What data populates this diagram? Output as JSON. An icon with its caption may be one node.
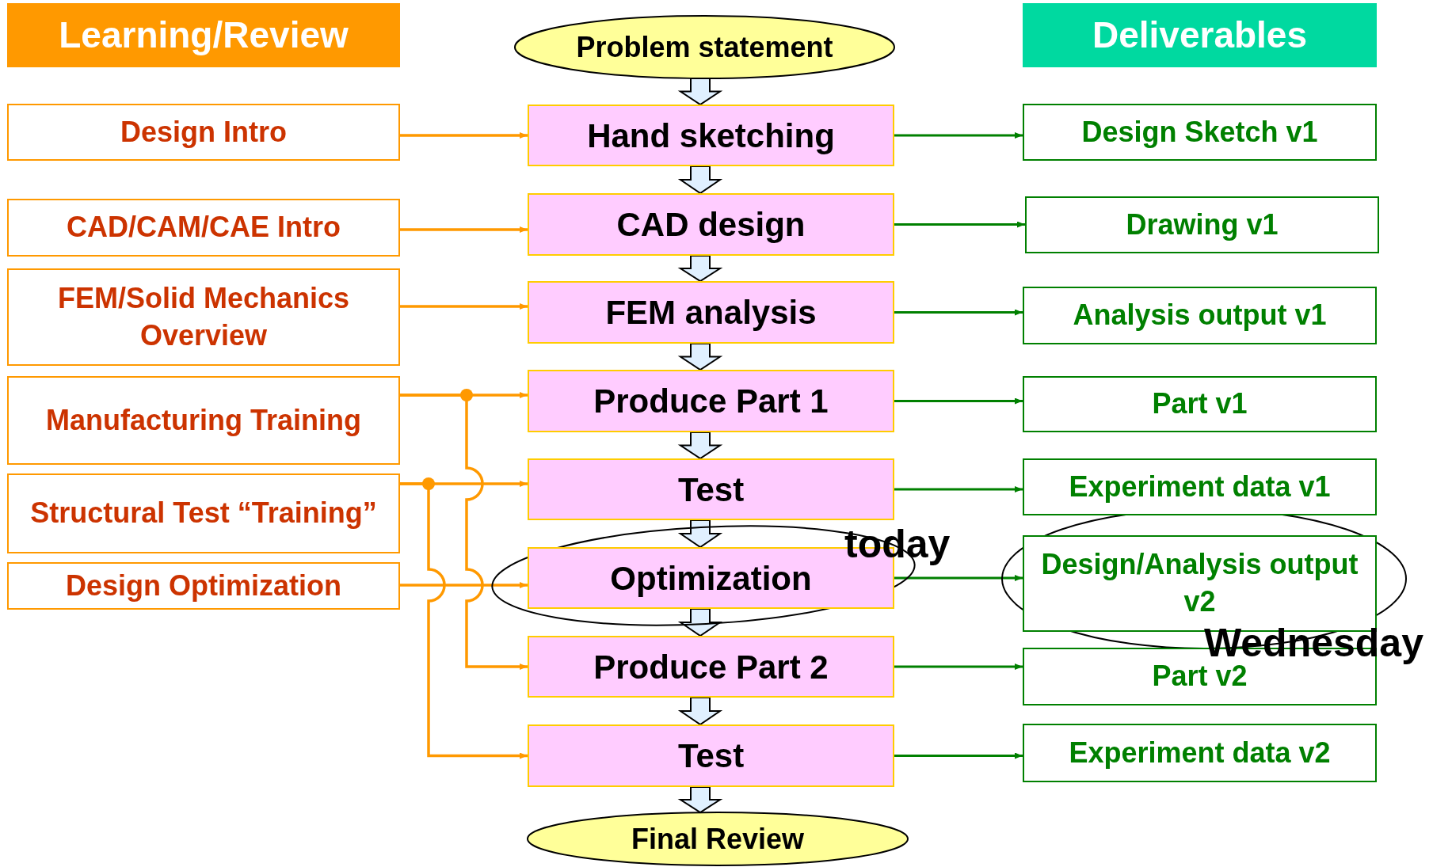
{
  "diagram": {
    "nodes": [
      {
        "text": [
          "Learning/Review"
        ]
      },
      {
        "text": [
          "Deliverables"
        ]
      },
      {
        "text": [
          "Problem statement"
        ]
      },
      {
        "text": [
          "Hand sketching"
        ]
      },
      {
        "text": [
          "CAD design"
        ]
      },
      {
        "text": [
          "FEM analysis"
        ]
      },
      {
        "text": [
          "Produce Part 1"
        ]
      },
      {
        "text": [
          "Test"
        ]
      },
      {
        "text": [
          "Optimization"
        ]
      },
      {
        "text": [
          "Produce Part 2"
        ]
      },
      {
        "text": [
          "Test"
        ]
      },
      {
        "text": [
          "Final Review"
        ]
      },
      {
        "text": [
          "Design Intro"
        ]
      },
      {
        "text": [
          "CAD/CAM/CAE Intro"
        ]
      },
      {
        "text": [
          "FEM/Solid Mechanics Overview"
        ]
      },
      {
        "text": [
          "Manufacturing Training"
        ]
      },
      {
        "text": [
          "Structural Test “Training”"
        ]
      },
      {
        "text": [
          "Design Optimization"
        ]
      },
      {
        "text": [
          "Design Sketch v1"
        ]
      },
      {
        "text": [
          "Drawing v1"
        ]
      },
      {
        "text": [
          "Analysis output v1"
        ]
      },
      {
        "text": [
          "Part v1"
        ]
      },
      {
        "text": [
          "Experiment data v1"
        ]
      },
      {
        "text": [
          "Design/Analysis output v2"
        ]
      },
      {
        "text": [
          "Part v2"
        ]
      },
      {
        "text": [
          "Experiment data v2"
        ]
      }
    ],
    "edges": [
      {
        "from": 2,
        "to": 3,
        "arrow": "to",
        "style": "thick"
      },
      {
        "from": 3,
        "to": 4,
        "arrow": "to",
        "style": "thick"
      },
      {
        "from": 4,
        "to": 5,
        "arrow": "to",
        "style": "thick"
      },
      {
        "from": 5,
        "to": 6,
        "arrow": "to",
        "style": "thick"
      },
      {
        "from": 6,
        "to": 7,
        "arrow": "to",
        "style": "thick"
      },
      {
        "from": 7,
        "to": 8,
        "arrow": "to",
        "style": "thick"
      },
      {
        "from": 8,
        "to": 9,
        "arrow": "to",
        "style": "thick"
      },
      {
        "from": 9,
        "to": 10,
        "arrow": "to",
        "style": "thick"
      },
      {
        "from": 10,
        "to": 11,
        "arrow": "to",
        "style": "thick"
      },
      {
        "from": 12,
        "to": 3,
        "arrow": "to",
        "color": "#ff9900"
      },
      {
        "from": 13,
        "to": 4,
        "arrow": "to",
        "color": "#ff9900"
      },
      {
        "from": 14,
        "to": 5,
        "arrow": "to",
        "color": "#ff9900"
      },
      {
        "from": 15,
        "to": 6,
        "arrow": "to",
        "color": "#ff9900"
      },
      {
        "from": 15,
        "to": 9,
        "arrow": "to",
        "color": "#ff9900"
      },
      {
        "from": 16,
        "to": 7,
        "arrow": "to",
        "color": "#ff9900"
      },
      {
        "from": 16,
        "to": 10,
        "arrow": "to",
        "color": "#ff9900"
      },
      {
        "from": 17,
        "to": 8,
        "arrow": "to",
        "color": "#ff9900"
      },
      {
        "from": 3,
        "to": 18,
        "arrow": "to",
        "color": "#008000"
      },
      {
        "from": 4,
        "to": 19,
        "arrow": "to",
        "color": "#008000"
      },
      {
        "from": 5,
        "to": 20,
        "arrow": "to",
        "color": "#008000"
      },
      {
        "from": 6,
        "to": 21,
        "arrow": "to",
        "color": "#008000"
      },
      {
        "from": 7,
        "to": 22,
        "arrow": "to",
        "color": "#008000"
      },
      {
        "from": 8,
        "to": 23,
        "arrow": "to",
        "color": "#008000"
      },
      {
        "from": 9,
        "to": 24,
        "arrow": "to",
        "color": "#008000"
      },
      {
        "from": 10,
        "to": 25,
        "arrow": "to",
        "color": "#008000"
      }
    ],
    "labels": [
      "today",
      "Wednesday"
    ]
  }
}
